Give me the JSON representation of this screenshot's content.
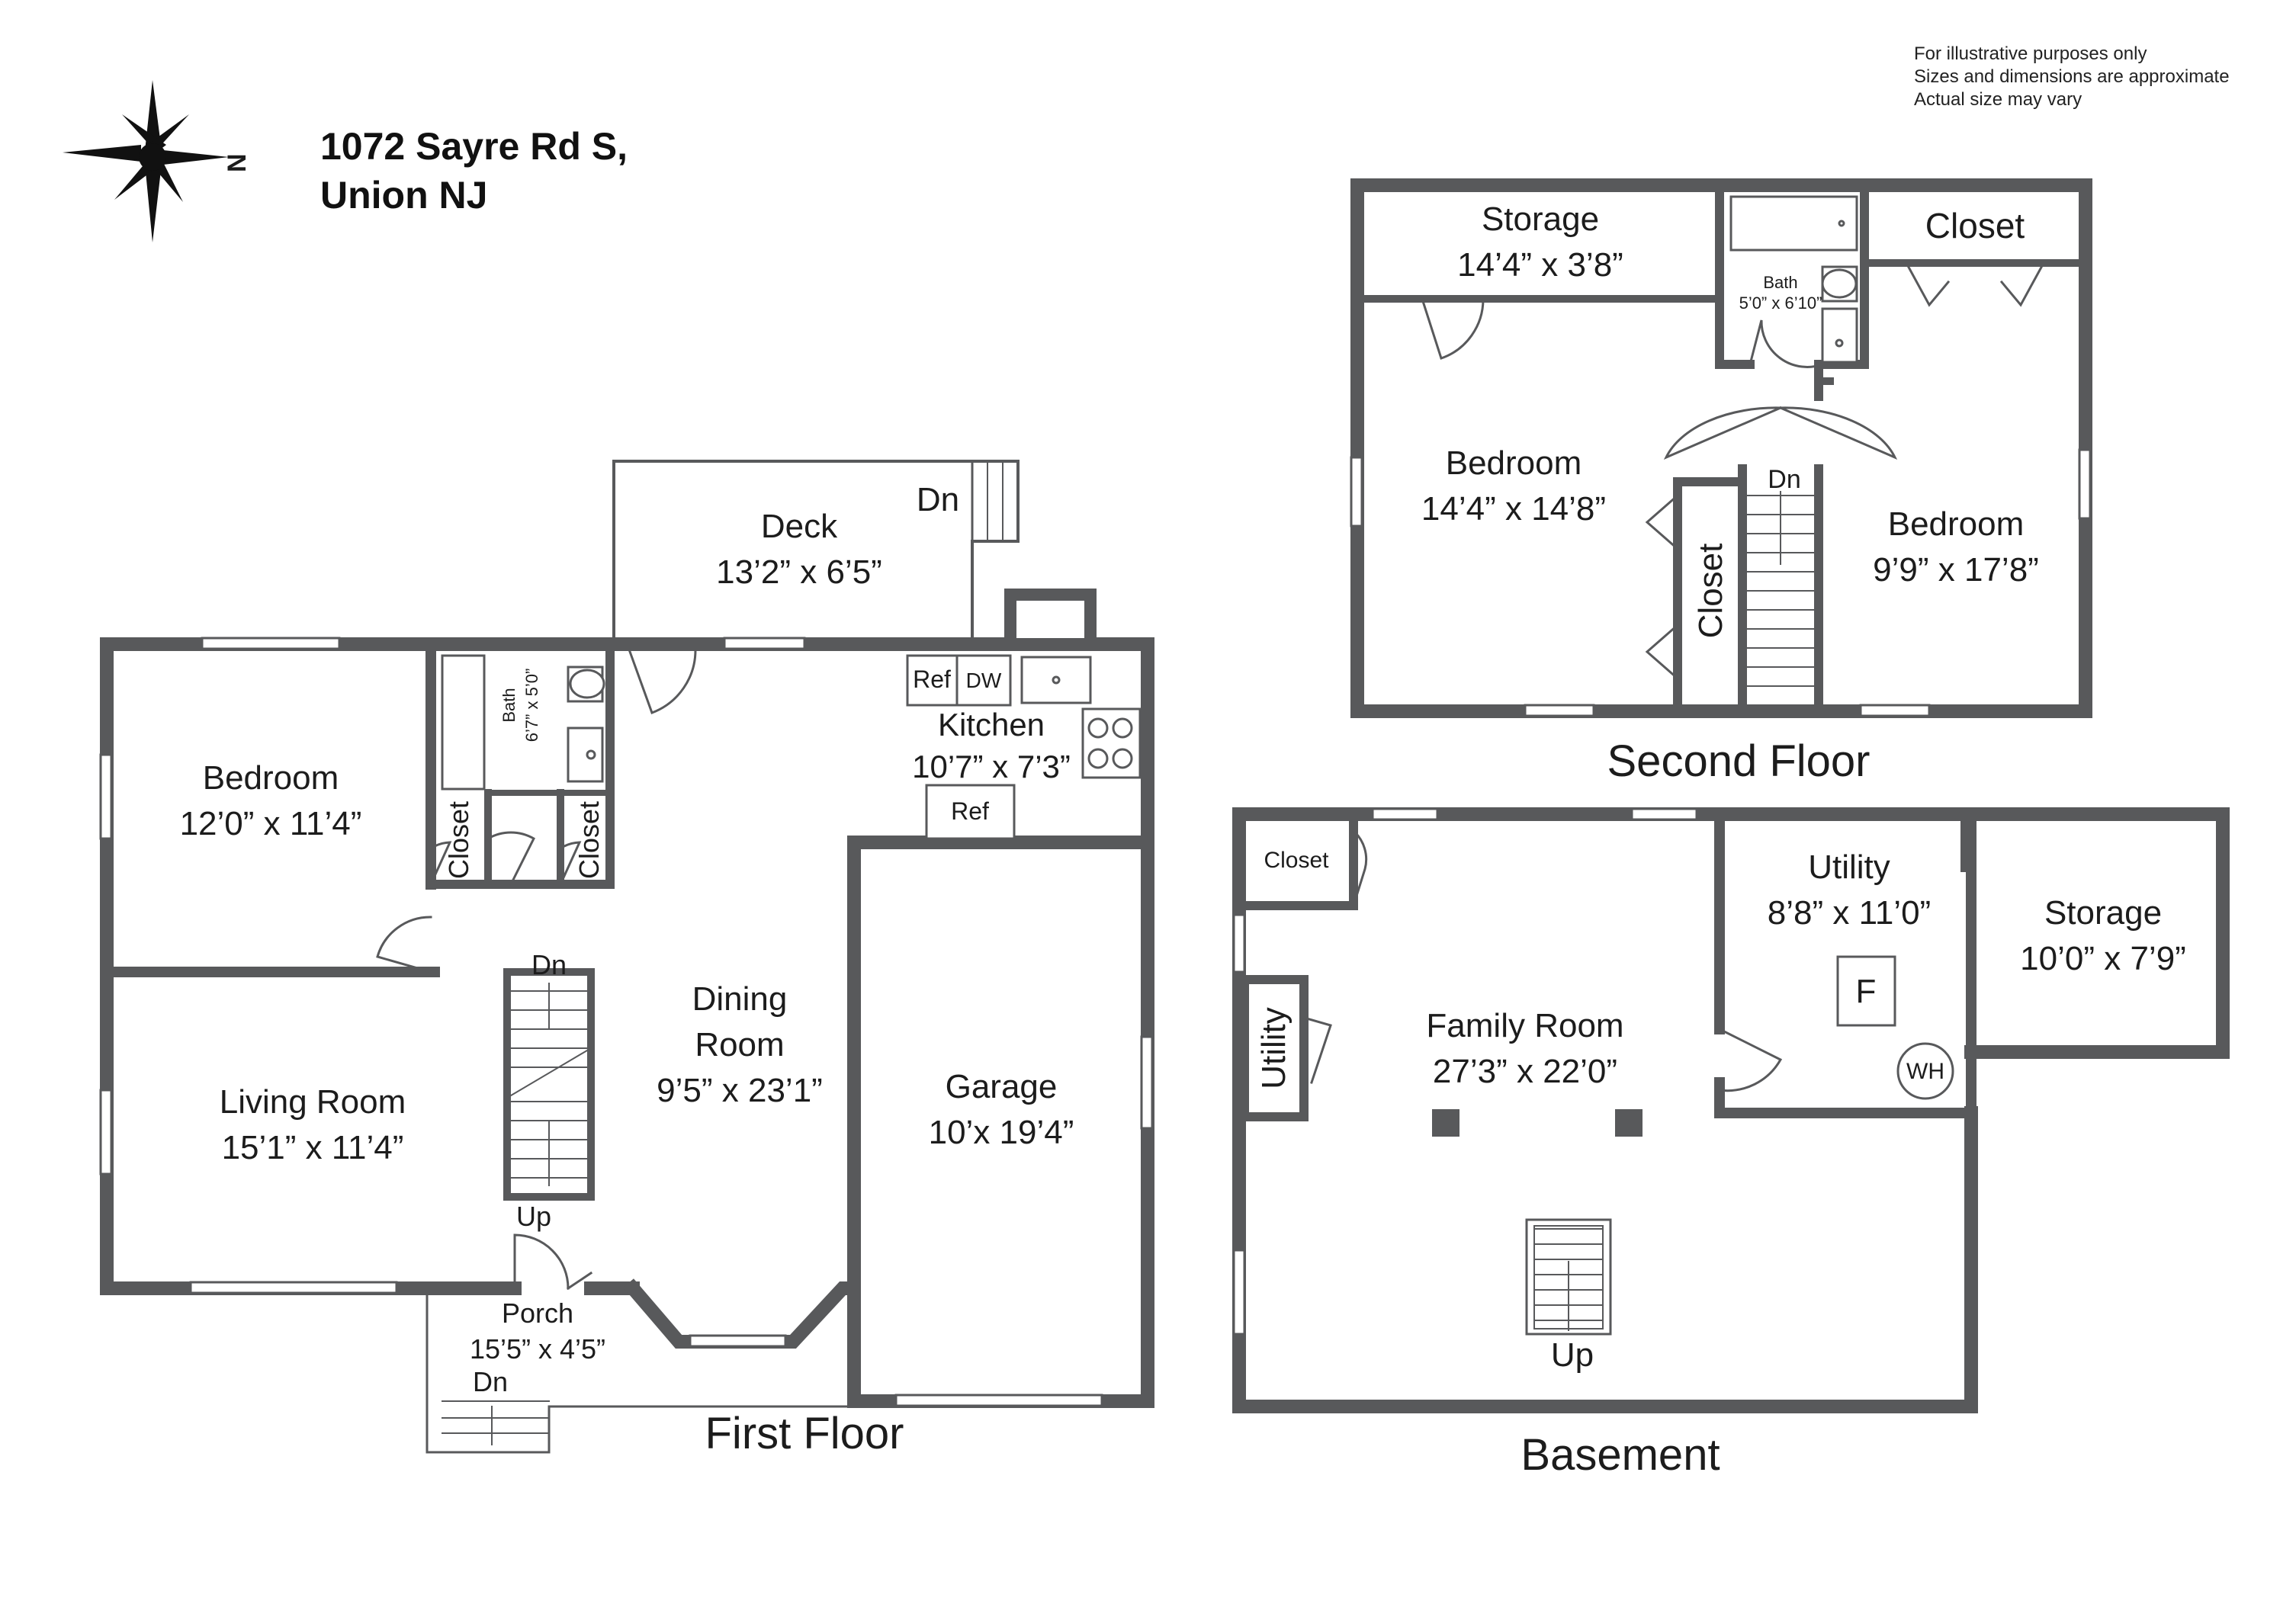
{
  "address": {
    "line1": "1072 Sayre Rd S,",
    "line2": "Union NJ"
  },
  "compass": {
    "label": "N"
  },
  "disclaimer": [
    "For illustrative purposes only",
    "Sizes and dimensions are approximate",
    "Actual size may vary"
  ],
  "floors": {
    "first": "First Floor",
    "second": "Second Floor",
    "basement": "Basement"
  },
  "first_floor": {
    "deck": {
      "name": "Deck",
      "dims": "13’2” x 6’5”"
    },
    "deck_stair": "Dn",
    "bedroom": {
      "name": "Bedroom",
      "dims": "12’0” x 11’4”"
    },
    "bath": {
      "name": "Bath",
      "dims": "6’7” x 5’0”"
    },
    "closet1": "Closet",
    "closet2": "Closet",
    "kitchen": {
      "name": "Kitchen",
      "dims": "10’7” x 7’3”"
    },
    "ref1": "Ref",
    "dw": "DW",
    "ref2": "Ref",
    "living": {
      "name": "Living Room",
      "dims": "15’1” x 11’4”"
    },
    "dining": {
      "line1": "Dining",
      "line2": "Room",
      "dims": "9’5” x 23’1”"
    },
    "garage": {
      "name": "Garage",
      "dims": "10’x 19’4”"
    },
    "stair_dn": "Dn",
    "stair_up": "Up",
    "porch": {
      "name": "Porch",
      "dims": "15’5” x 4’5”"
    },
    "porch_stair": "Dn"
  },
  "second_floor": {
    "storage": {
      "name": "Storage",
      "dims": "14’4” x 3’8”"
    },
    "bath": {
      "name": "Bath",
      "dims": "5’0” x 6’10”"
    },
    "closet_top": "Closet",
    "bedroom_left": {
      "name": "Bedroom",
      "dims": "14’4” x 14’8”"
    },
    "bedroom_right": {
      "name": "Bedroom",
      "dims": "9’9” x 17’8”"
    },
    "closet_mid": "Closet",
    "stair_dn": "Dn"
  },
  "basement": {
    "closet": "Closet",
    "utility_side": "Utility",
    "family": {
      "name": "Family Room",
      "dims": "27’3” x 22’0”"
    },
    "utility": {
      "name": "Utility",
      "dims": "8’8” x 11’0”"
    },
    "storage": {
      "name": "Storage",
      "dims": "10’0” x 7’9”"
    },
    "furnace": "F",
    "water_heater": "WH",
    "stair_up": "Up"
  }
}
